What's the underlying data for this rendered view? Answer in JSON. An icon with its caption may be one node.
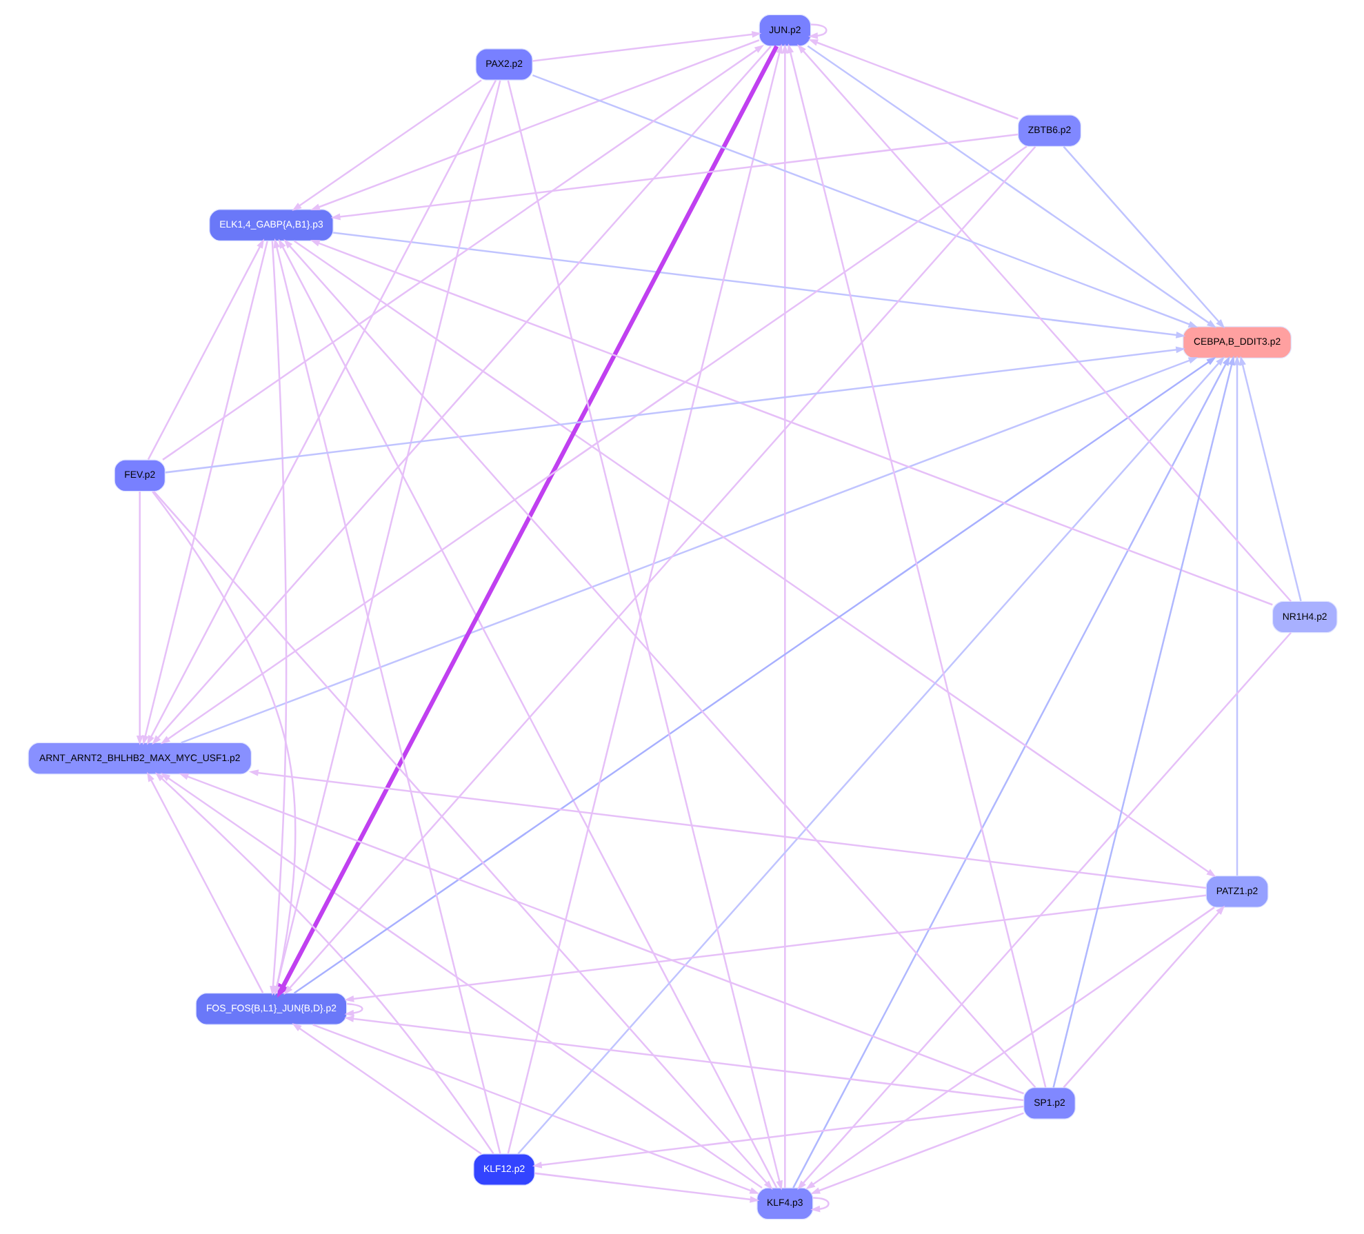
{
  "diagram": {
    "nodes": [
      {
        "text": [
          "ARNT_ARNT2_BHLHB2_MAX_MYC_USF1.p2"
        ]
      },
      {
        "text": [
          "KLF4.p3"
        ]
      },
      {
        "text": [
          "ELK1,4_GABP{A,B1}.p3"
        ]
      },
      {
        "text": [
          "JUN.p2"
        ]
      },
      {
        "text": [
          "FOS_FOS{B,L1}_JUN{B,D}.p2"
        ]
      },
      {
        "text": [
          "KLF12.p2"
        ]
      },
      {
        "text": [
          "CEBPA,B_DDIT3.p2"
        ]
      },
      {
        "text": [
          "PATZ1.p2"
        ]
      },
      {
        "text": [
          "NR1H4.p2"
        ]
      },
      {
        "text": [
          "PAX2.p2"
        ]
      },
      {
        "text": [
          "ZBTB6.p2"
        ]
      },
      {
        "text": [
          "FEV.p2"
        ]
      },
      {
        "text": [
          "SP1.p2"
        ]
      }
    ],
    "edges": [
      {
        "from": 0,
        "to": 6,
        "arrow": "to",
        "color": "#c0c4ff"
      },
      {
        "from": 1,
        "to": 6,
        "arrow": "to",
        "color": "#b0b8ff"
      },
      {
        "from": 2,
        "to": 6,
        "arrow": "to",
        "color": "#c0c4ff"
      },
      {
        "from": 3,
        "to": 6,
        "arrow": "to",
        "color": "#c0c4ff"
      },
      {
        "from": 4,
        "to": 6,
        "arrow": "to",
        "color": "#a8b0ff"
      },
      {
        "from": 5,
        "to": 6,
        "arrow": "to",
        "color": "#c0c4ff"
      },
      {
        "from": 7,
        "to": 6,
        "arrow": "to",
        "color": "#c0c4ff"
      },
      {
        "from": 8,
        "to": 6,
        "arrow": "to",
        "color": "#c0c4ff"
      },
      {
        "from": 9,
        "to": 6,
        "arrow": "to",
        "color": "#c0c4ff"
      },
      {
        "from": 10,
        "to": 6,
        "arrow": "to",
        "color": "#c0c4ff"
      },
      {
        "from": 11,
        "to": 6,
        "arrow": "to",
        "color": "#c0c4ff"
      },
      {
        "from": 12,
        "to": 6,
        "arrow": "to",
        "color": "#b0b8ff"
      },
      {
        "from": 3,
        "to": 4,
        "arrow": "to",
        "style": "thick",
        "color": "#c040f0"
      },
      {
        "from": 1,
        "to": 1,
        "arrow": "to"
      },
      {
        "from": 3,
        "to": 3,
        "arrow": "to"
      },
      {
        "from": 4,
        "to": 4,
        "arrow": "to"
      },
      {
        "from": 1,
        "to": 0,
        "arrow": "to"
      },
      {
        "from": 2,
        "to": 0,
        "arrow": "to"
      },
      {
        "from": 3,
        "to": 0,
        "arrow": "to"
      },
      {
        "from": 1,
        "to": 3,
        "arrow": "to"
      },
      {
        "from": 5,
        "to": 1,
        "arrow": "to"
      },
      {
        "from": 8,
        "to": 1,
        "arrow": "to"
      },
      {
        "from": 3,
        "to": 2,
        "arrow": "to"
      },
      {
        "from": 1,
        "to": 2,
        "arrow": "to"
      },
      {
        "from": 2,
        "to": 4,
        "arrow": "to"
      },
      {
        "from": 4,
        "to": 1,
        "arrow": "to"
      },
      {
        "from": 5,
        "to": 4,
        "arrow": "to"
      },
      {
        "from": 4,
        "to": 0,
        "arrow": "to"
      },
      {
        "from": 7,
        "to": 4,
        "arrow": "to"
      },
      {
        "from": 9,
        "to": 4,
        "arrow": "to"
      },
      {
        "from": 11,
        "to": 4,
        "arrow": "to"
      },
      {
        "from": 12,
        "to": 4,
        "arrow": "to"
      },
      {
        "from": 10,
        "to": 4,
        "arrow": "to"
      },
      {
        "from": 7,
        "to": 1,
        "arrow": "to"
      },
      {
        "from": 7,
        "to": 0,
        "arrow": "to"
      },
      {
        "from": 2,
        "to": 7,
        "arrow": "to"
      },
      {
        "from": 9,
        "to": 2,
        "arrow": "to"
      },
      {
        "from": 11,
        "to": 2,
        "arrow": "to"
      },
      {
        "from": 12,
        "to": 2,
        "arrow": "to"
      },
      {
        "from": 9,
        "to": 0,
        "arrow": "to"
      },
      {
        "from": 9,
        "to": 1,
        "arrow": "to"
      },
      {
        "from": 9,
        "to": 3,
        "arrow": "to"
      },
      {
        "from": 11,
        "to": 0,
        "arrow": "to"
      },
      {
        "from": 11,
        "to": 1,
        "arrow": "to"
      },
      {
        "from": 11,
        "to": 3,
        "arrow": "to"
      },
      {
        "from": 12,
        "to": 0,
        "arrow": "to"
      },
      {
        "from": 12,
        "to": 1,
        "arrow": "to"
      },
      {
        "from": 12,
        "to": 3,
        "arrow": "to"
      },
      {
        "from": 12,
        "to": 5,
        "arrow": "to"
      },
      {
        "from": 12,
        "to": 7,
        "arrow": "to"
      },
      {
        "from": 10,
        "to": 0,
        "arrow": "to"
      },
      {
        "from": 10,
        "to": 3,
        "arrow": "to"
      },
      {
        "from": 10,
        "to": 2,
        "arrow": "to"
      },
      {
        "from": 8,
        "to": 2,
        "arrow": "to"
      },
      {
        "from": 8,
        "to": 3,
        "arrow": "to"
      },
      {
        "from": 5,
        "to": 3,
        "arrow": "to"
      },
      {
        "from": 5,
        "to": 2,
        "arrow": "to"
      },
      {
        "from": 5,
        "to": 0,
        "arrow": "to"
      }
    ]
  }
}
